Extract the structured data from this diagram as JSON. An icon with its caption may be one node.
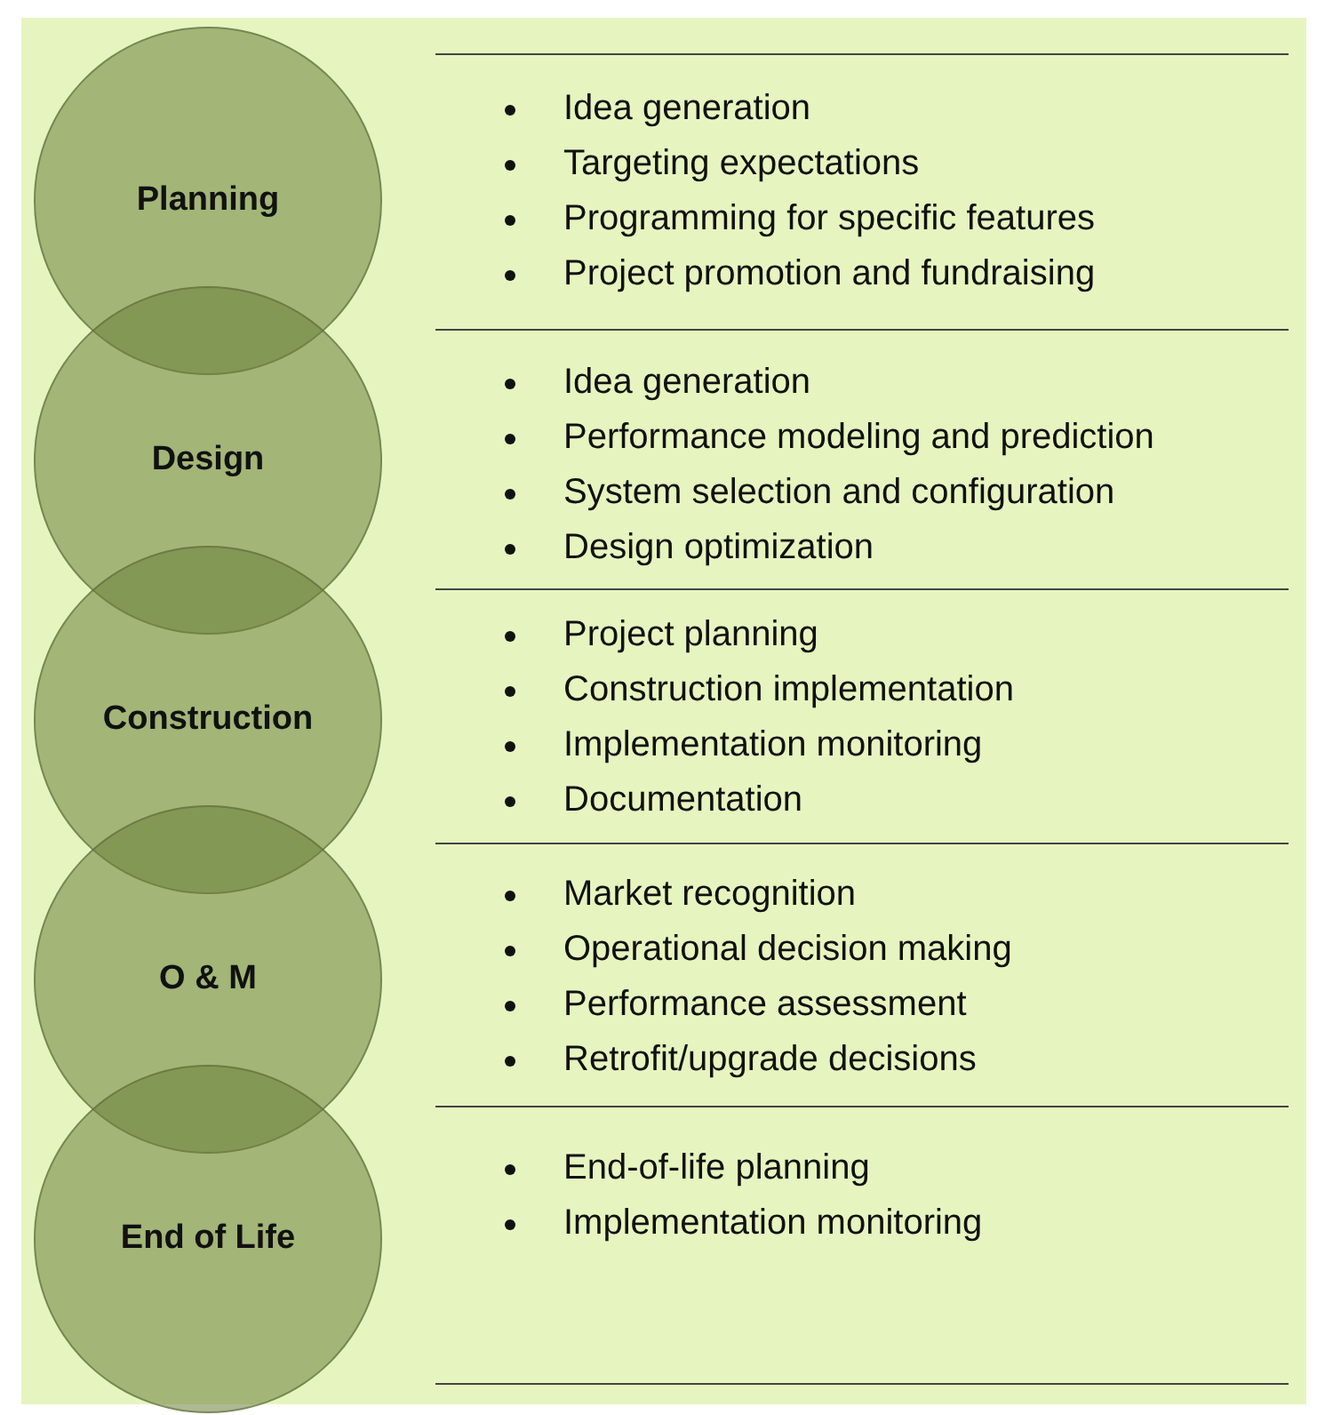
{
  "diagram": {
    "nodes": [
      {
        "text": [
          "Planning"
        ],
        "beside": [
          "Idea generation",
          "Targeting expectations",
          "Programming for specific features",
          "Project promotion and fundraising"
        ]
      },
      {
        "text": [
          "Design"
        ],
        "beside": [
          "Idea generation",
          "Performance modeling and prediction",
          "System selection and configuration",
          "Design optimization"
        ]
      },
      {
        "text": [
          "Construction"
        ],
        "beside": [
          "Project planning",
          "Construction implementation",
          "Implementation monitoring",
          "Documentation"
        ]
      },
      {
        "text": [
          "O & M"
        ],
        "beside": [
          "Market recognition",
          "Operational decision making",
          "Performance assessment",
          "Retrofit/upgrade decisions"
        ]
      },
      {
        "text": [
          "End of Life"
        ],
        "beside": [
          "End-of-life planning",
          "Implementation monitoring"
        ]
      }
    ]
  }
}
